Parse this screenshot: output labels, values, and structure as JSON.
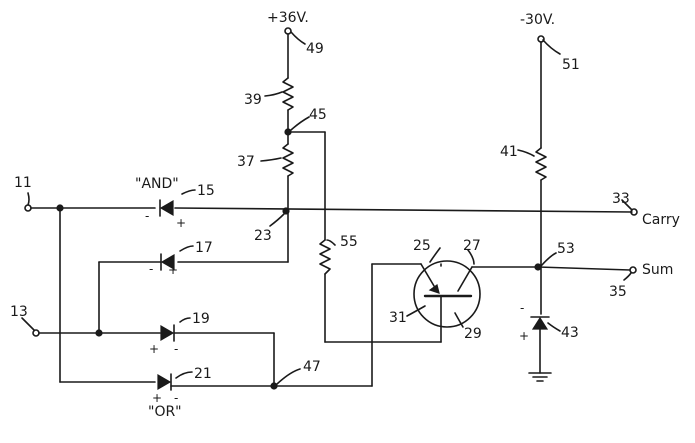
{
  "labels": {
    "supply_pos": "+36V.",
    "supply_neg": "-30V.",
    "and_gate": "\"AND\"",
    "or_gate": "\"OR\"",
    "carry": "Carry",
    "sum": "Sum"
  },
  "refs": {
    "n11": "11",
    "n13": "13",
    "n15": "15",
    "n17": "17",
    "n19": "19",
    "n21": "21",
    "n23": "23",
    "n25": "25",
    "n27": "27",
    "n29": "29",
    "n31": "31",
    "n33": "33",
    "n35": "35",
    "n37": "37",
    "n39": "39",
    "n41": "41",
    "n43": "43",
    "n45": "45",
    "n47": "47",
    "n49": "49",
    "n51": "51",
    "n53": "53",
    "n55": "55"
  },
  "polarity": {
    "plus": "+",
    "minus": "-"
  }
}
